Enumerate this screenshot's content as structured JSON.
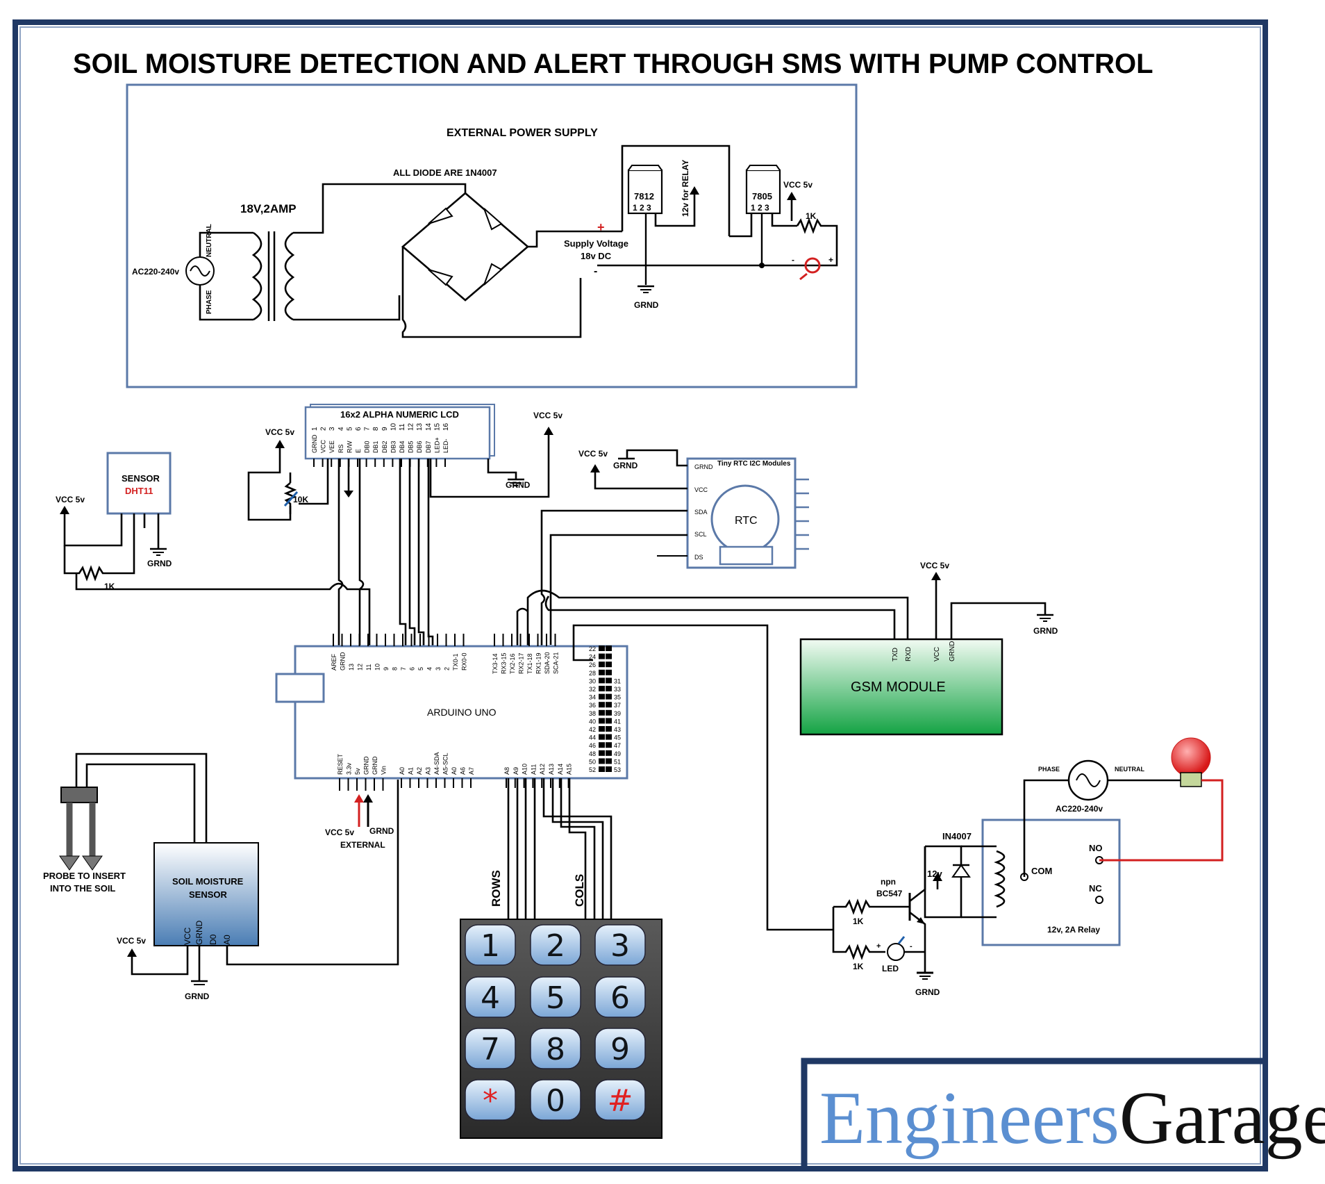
{
  "title": "SOIL MOISTURE DETECTION AND ALERT THROUGH SMS WITH PUMP CONTROL",
  "colors": {
    "frame": "#1f3864",
    "component_border": "#5b79a8",
    "gsm_top": "#e8f6ea",
    "gsm_bottom": "#1aa84a",
    "sensor_top": "#ffffff",
    "sensor_bottom": "#4d7fb5",
    "key_fill": "#9fc1e4",
    "key_red": "#e02020",
    "wire_red": "#d32020",
    "logo_blue": "#5b8fd1",
    "logo_black": "#111111"
  },
  "power_supply": {
    "heading": "EXTERNAL POWER SUPPLY",
    "diode_note": "ALL DIODE ARE 1N4007",
    "transformer": "18V,2AMP",
    "ac_source": "AC220-240v",
    "neutral": "NEUTRAL",
    "phase": "PHASE",
    "supply_voltage": [
      "Supply Voltage",
      "18v DC"
    ],
    "reg1": "7812",
    "reg2": "7805",
    "reg_pins": "1  2  3",
    "relay_out": "12v for RELAY",
    "vcc": "VCC 5v",
    "res": "1K",
    "grnd": "GRND",
    "plus": "+",
    "minus": "-"
  },
  "lcd": {
    "title": "16x2 ALPHA NUMERIC LCD",
    "pin_numbers": [
      "1",
      "2",
      "3",
      "4",
      "5",
      "6",
      "7",
      "8",
      "9",
      "10",
      "11",
      "12",
      "13",
      "14",
      "15",
      "16"
    ],
    "pin_names": [
      "GRND",
      "VCC",
      "VEE",
      "RS",
      "R/W",
      "E",
      "DB0",
      "DB1",
      "DB2",
      "DB3",
      "DB4",
      "DB5",
      "DB6",
      "DB7",
      "LED+",
      "LED-"
    ],
    "vcc_left": "VCC 5v",
    "vcc_right": "VCC 5v",
    "pot": "10K",
    "grnd": "GRND"
  },
  "dht": {
    "label": "SENSOR",
    "model": "DHT11",
    "vcc": "VCC 5v",
    "res": "1K",
    "grnd": "GRND"
  },
  "rtc": {
    "title": "Tiny RTC I2C Modules",
    "center": "RTC",
    "pins": [
      "GRND",
      "VCC",
      "SDA",
      "SCL",
      "DS"
    ],
    "vcc": "VCC 5v",
    "grnd": "GRND"
  },
  "arduino": {
    "label": "ARDUINO UNO",
    "top_left_pins": [
      "AREF",
      "GRND",
      "13",
      "12",
      "11",
      "10",
      "9",
      "8",
      "7",
      "6",
      "5",
      "4",
      "3",
      "2",
      "TX0-1",
      "RX0-0"
    ],
    "top_right_pins": [
      "TX3-14",
      "RX3-15",
      "TX2-16",
      "RX2-17",
      "TX1-18",
      "RX1-19",
      "SDA-20",
      "SCA-21"
    ],
    "bottom_power_pins": [
      "RESET",
      "3.3v",
      "5v",
      "GRND",
      "GRND",
      "Vin"
    ],
    "bottom_analog_pins": [
      "A0",
      "A1",
      "A2",
      "A3",
      "A4-SDA",
      "A5-SCL",
      "A0",
      "A6",
      "A7"
    ],
    "bottom_right_pins": [
      "A8",
      "A9",
      "A10",
      "A11",
      "A12",
      "A13",
      "A14",
      "A15"
    ],
    "header_left": [
      "22",
      "24",
      "26",
      "28",
      "30",
      "32",
      "34",
      "36",
      "38",
      "40",
      "42",
      "44",
      "46",
      "48",
      "50",
      "52"
    ],
    "header_right": [
      "31",
      "33",
      "35",
      "37",
      "39",
      "41",
      "43",
      "45",
      "47",
      "49",
      "51",
      "53"
    ],
    "ext_vcc": "VCC 5v",
    "ext_grnd": "GRND",
    "external": "EXTERNAL"
  },
  "gsm": {
    "label": "GSM MODULE",
    "pins": [
      "TXD",
      "RXD",
      "VCC",
      "GRND"
    ],
    "vcc": "VCC 5v",
    "grnd": "GRND"
  },
  "soil": {
    "label_line1": "SOIL MOISTURE",
    "label_line2": "SENSOR",
    "pins": [
      "VCC",
      "GRND",
      "D0",
      "A0"
    ],
    "probe_line1": "PROBE TO INSERT",
    "probe_line2": "INTO THE SOIL",
    "vcc": "VCC 5v",
    "grnd": "GRND"
  },
  "keypad": {
    "keys": [
      "1",
      "2",
      "3",
      "4",
      "5",
      "6",
      "7",
      "8",
      "9",
      "*",
      "0",
      "#"
    ],
    "rows": "ROWS",
    "cols": "COLS"
  },
  "relay": {
    "label": "12v, 2A Relay",
    "diode": "IN4007",
    "transistor": [
      "npn",
      "BC547"
    ],
    "v12": "12v",
    "com": "COM",
    "no": "NO",
    "nc": "NC",
    "res1": "1K",
    "res2": "1K",
    "led": "LED",
    "grnd": "GRND",
    "ac_source": "AC220-240v",
    "phase": "PHASE",
    "neutral": "NEUTRAL",
    "plus": "+",
    "minus": "-"
  },
  "logo": {
    "part1": "Engineers",
    "part2": "Garage"
  }
}
